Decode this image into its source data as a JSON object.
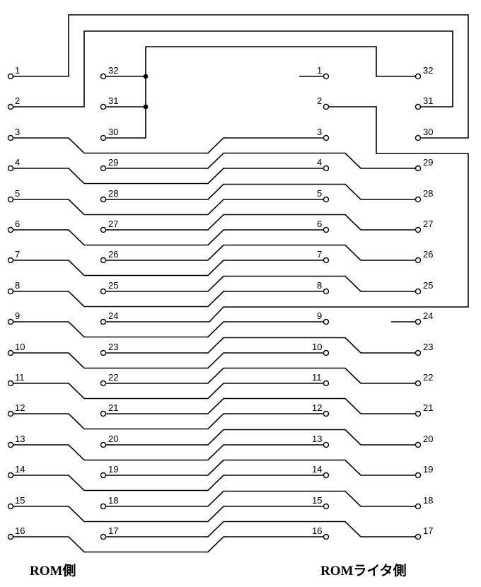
{
  "captions": {
    "rom_side": "ROM側",
    "writer_side": "ROMライタ側"
  },
  "rom_side": {
    "left_column_pins": [
      "1",
      "2",
      "3",
      "4",
      "5",
      "6",
      "7",
      "8",
      "9",
      "10",
      "11",
      "12",
      "13",
      "14",
      "15",
      "16"
    ],
    "right_column_pins": [
      "32",
      "31",
      "30",
      "29",
      "28",
      "27",
      "26",
      "25",
      "24",
      "23",
      "22",
      "21",
      "20",
      "19",
      "18",
      "17"
    ]
  },
  "writer_side": {
    "left_column_pins": [
      "1",
      "2",
      "3",
      "4",
      "5",
      "6",
      "7",
      "8",
      "9",
      "10",
      "11",
      "12",
      "13",
      "14",
      "15",
      "16"
    ],
    "right_column_pins": [
      "32",
      "31",
      "30",
      "29",
      "28",
      "27",
      "26",
      "25",
      "24",
      "23",
      "22",
      "21",
      "20",
      "19",
      "18",
      "17"
    ]
  },
  "wires_color": "#000000"
}
